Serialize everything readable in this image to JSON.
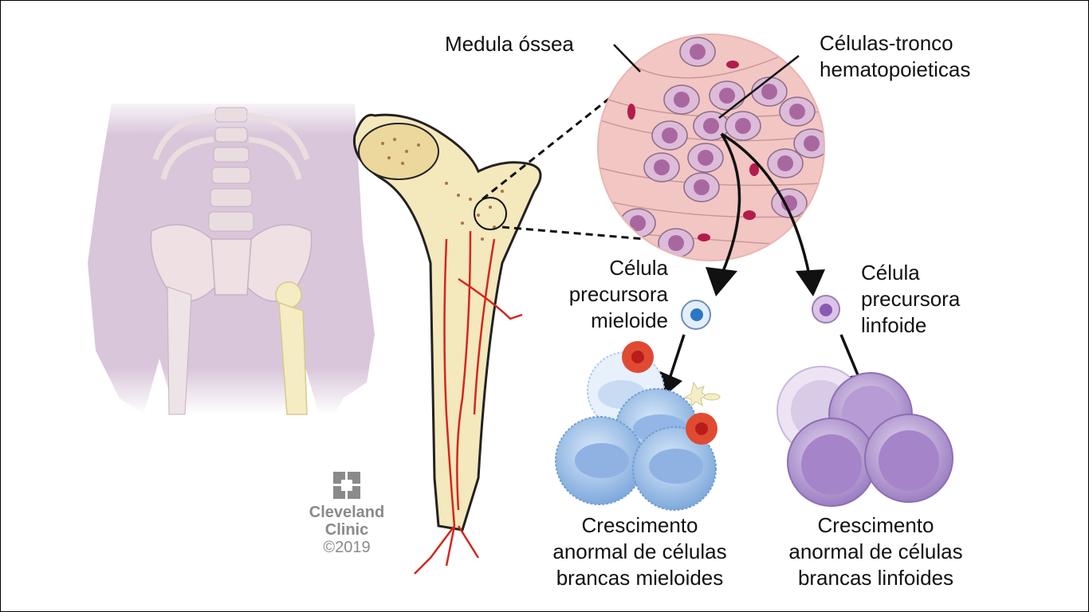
{
  "diagram": {
    "title_labels": {
      "bone_marrow": "Medula óssea",
      "stem_cells": "Células-tronco\nhematopoieticas",
      "myeloid_precursor": "Célula\nprecursora\nmieloide",
      "lymphoid_precursor": "Célula\nprecursora\nlinfoide",
      "myeloid_growth": "Crescimento\nanormal de células\nbrancas mieloides",
      "lymphoid_growth": "Crescimento\nanormal de células\nbrancas linfoides"
    },
    "credit": {
      "brand_line1": "Cleveland",
      "brand_line2": "Clinic",
      "copyright": "©2019"
    },
    "colors": {
      "body_silhouette": "#d8c3d8",
      "bone": "#f3e6b8",
      "marrow_circle": "#f2c7c5",
      "stem_cell": "#c9a3c9",
      "myeloid_cell": "#8fb6e3",
      "myeloid_nucleus": "#2a78c2",
      "lymphoid_cell": "#a98ac9",
      "red_blood_cell": "#e0432c",
      "vessel": "#d4261e"
    }
  }
}
